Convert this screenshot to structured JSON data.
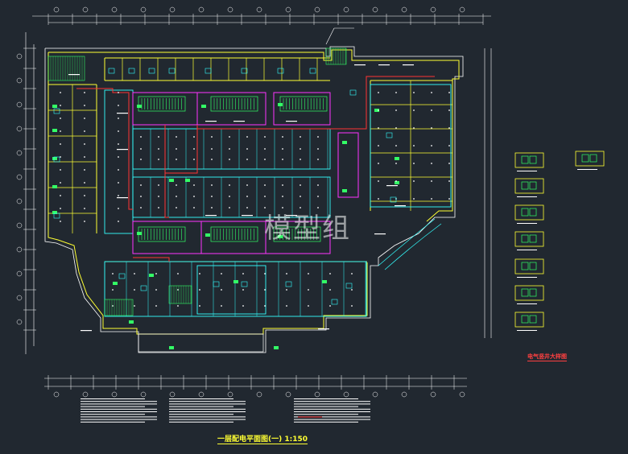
{
  "watermark": "模型组",
  "titles": {
    "main_plan": "一层配电平面图(一) 1:150",
    "detail": "电气竖井大样图"
  },
  "colors": {
    "background": "#212830",
    "yellow": "#ffff33",
    "cyan": "#33ffff",
    "green": "#33ff66",
    "magenta": "#ff33ff",
    "red": "#ff3333",
    "white": "#ffffff"
  }
}
